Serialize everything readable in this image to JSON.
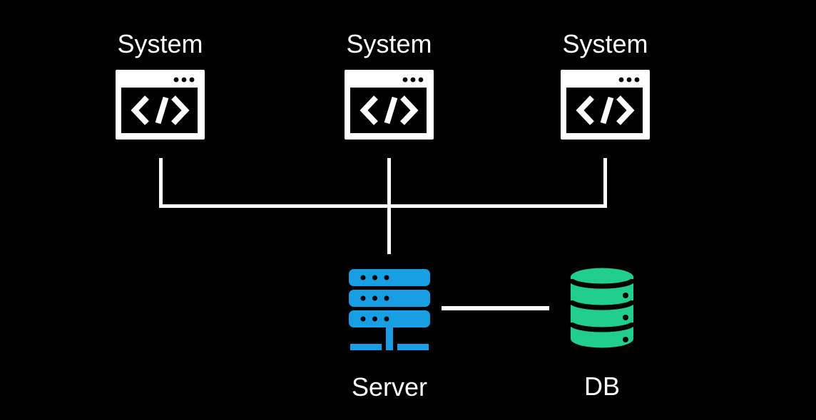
{
  "diagram": {
    "title": "client-server architecture diagram",
    "type": "architecture"
  },
  "colors": {
    "background": "#000000",
    "line_white": "#ffffff",
    "label_white": "#ffffff",
    "icon_white": "#ffffff",
    "icon_black": "#000000",
    "server_blue": "#189fe3",
    "db_green": "#21ce8c"
  },
  "nodes": {
    "systems": [
      {
        "label": "System",
        "icon": "code-window-icon"
      },
      {
        "label": "System",
        "icon": "code-window-icon"
      },
      {
        "label": "System",
        "icon": "code-window-icon"
      }
    ],
    "server": {
      "label": "Server",
      "icon": "server-rack-icon"
    },
    "db": {
      "label": "DB",
      "icon": "database-cylinder-icon"
    }
  },
  "edges": [
    {
      "from": "system-1",
      "to": "bus"
    },
    {
      "from": "system-2",
      "to": "server"
    },
    {
      "from": "system-3",
      "to": "bus"
    },
    {
      "from": "server",
      "to": "db"
    }
  ]
}
